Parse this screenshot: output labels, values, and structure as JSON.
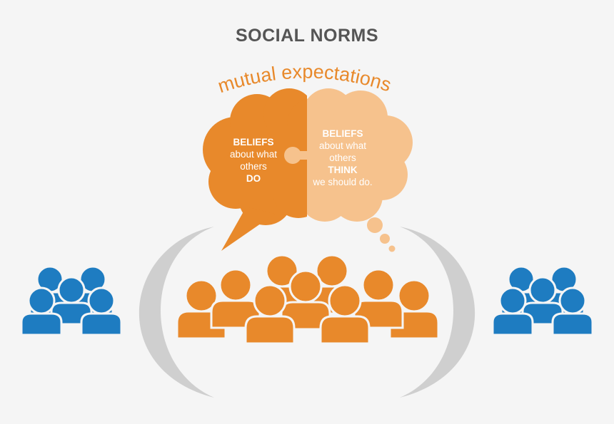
{
  "title": "SOCIAL NORMS",
  "arc_label": "mutual expectations",
  "left_cloud": {
    "line1": "BELIEFS",
    "line2": "about what",
    "line3": "others",
    "line4": "DO"
  },
  "right_cloud": {
    "line1": "BELIEFS",
    "line2": "about what",
    "line3": "others",
    "line4": "THINK",
    "line5": "we should do."
  },
  "colors": {
    "orange": "#e8892b",
    "light_orange": "#f6c28d",
    "blue": "#1e7cc1",
    "gray_arc": "#cfcfcf",
    "title": "#555555",
    "background": "#f5f5f5"
  }
}
